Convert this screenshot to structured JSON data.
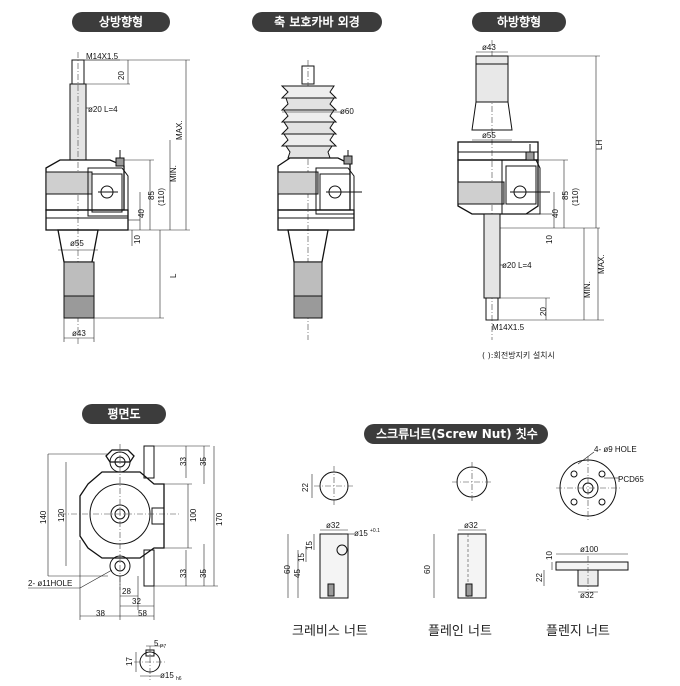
{
  "titles": {
    "upright": "상방향형",
    "bellows": "축 보호카바 외경",
    "inverted": "하방향형",
    "plan": "평면도",
    "screw_nut": "스크류너트(Screw Nut) 칫수"
  },
  "upright_dims": {
    "thread": "M14X1.5",
    "d20": "20",
    "shaft": "ø20 L=4",
    "max": "MAX.",
    "min": "MIN.",
    "d85": "85",
    "d110": "(110)",
    "d40": "40",
    "d10": "10",
    "d55": "ø55",
    "L": "L",
    "d43": "ø43"
  },
  "bellows_dims": {
    "d60": "ø60"
  },
  "inverted_dims": {
    "d43": "ø43",
    "d55": "ø55",
    "LH": "LH",
    "d85": "85",
    "d110": "(110)",
    "d40": "40",
    "d10": "10",
    "shaft": "ø20 L=4",
    "min": "MIN.",
    "max": "MAX.",
    "d20": "20",
    "thread": "M14X1.5",
    "note": "( ):회전방지키 설치시"
  },
  "plan_dims": {
    "d140": "140",
    "d120": "120",
    "d33a": "33",
    "d35a": "35",
    "d100": "100",
    "d170": "170",
    "d33b": "33",
    "d35b": "35",
    "hole": "2- ø11HOLE",
    "d28": "28",
    "d32": "32",
    "d38": "38",
    "d58": "58"
  },
  "key_dims": {
    "d5": "5",
    "p7": "P7",
    "d17": "17",
    "d15": "ø15",
    "h6": "h6"
  },
  "nuts": {
    "clevis": {
      "label": "크레비스 너트",
      "d22": "22",
      "d32": "ø32",
      "d15": "ø15",
      "d15_tol": "+0.1",
      "d15b": "15",
      "d15c": "15",
      "d45": "45",
      "d60": "60"
    },
    "plain": {
      "label": "플레인 너트",
      "d32": "ø32",
      "d60": "60"
    },
    "flange": {
      "label": "플렌지 너트",
      "hole": "4- ø9 HOLE",
      "pcd": "PCD65",
      "d100": "ø100",
      "d10": "10",
      "d22": "22",
      "d32": "ø32"
    }
  }
}
